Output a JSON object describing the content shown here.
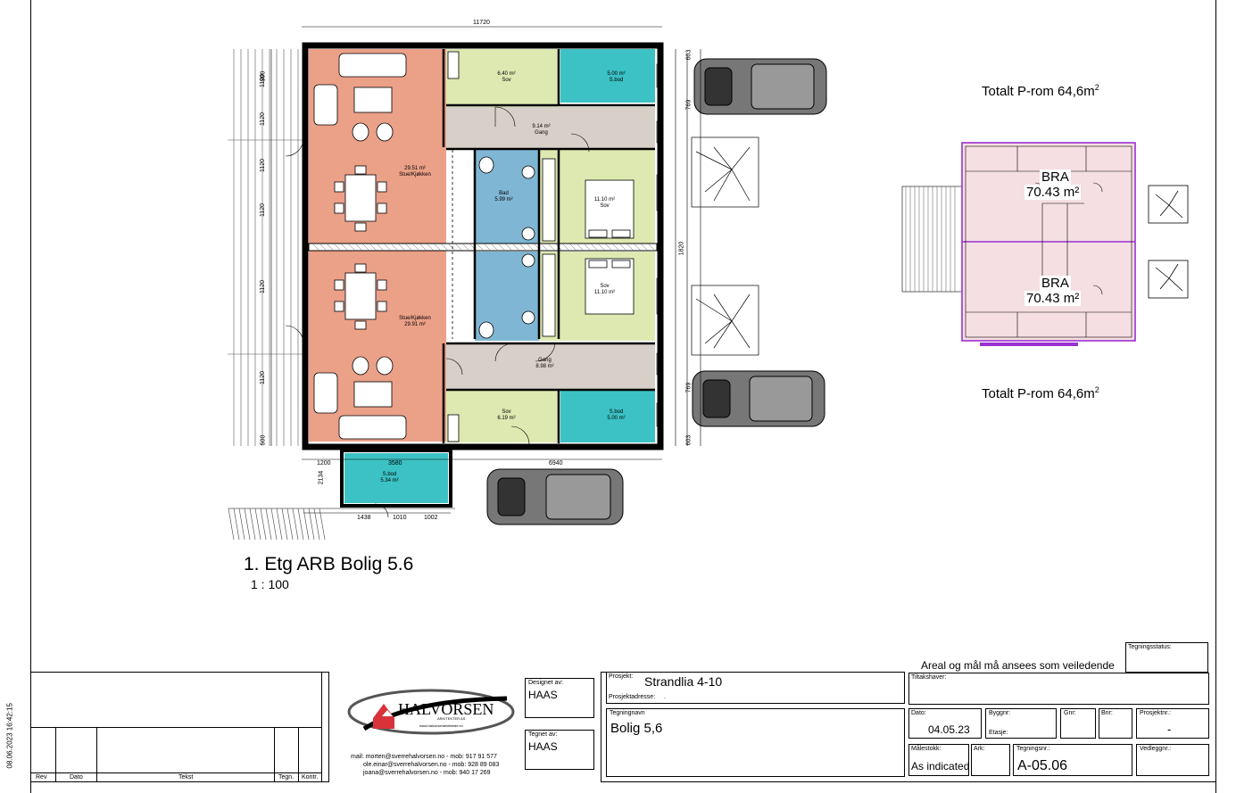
{
  "drawing": {
    "title": "1. Etg ARB Bolig 5.6",
    "scale": "1 : 100",
    "total_p_rom_top": "Totalt P-rom 64,6m",
    "total_p_rom_bottom": "Totalt P-rom 64,6m",
    "superscript": "2",
    "bra_label": "BRA",
    "bra_value_top": "70.43 m²",
    "bra_value_bottom": "70.43 m²",
    "dim_top": "11720",
    "dim_bottom_1": "1200",
    "dim_bottom_2": "3580",
    "dim_bottom_3": "6940",
    "dim_left_2134": "2134",
    "dim_right_1820": "1820",
    "dims_small": [
      "1438",
      "1010",
      "1002"
    ],
    "dims_left": [
      "500",
      "1120",
      "1120",
      "1120",
      "1120",
      "1120",
      "1120",
      "500"
    ],
    "dims_right": [
      "603",
      "769",
      "769",
      "603"
    ]
  },
  "rooms": {
    "stue_top": {
      "area": "29.51 m²",
      "name": "Stue/Kjøkken"
    },
    "stue_bottom": {
      "name": "Stue/Kjøkken",
      "area": "29.91 m²"
    },
    "sov_top_small": {
      "area": "6.40 m²",
      "name": "Sov"
    },
    "sbod_top": {
      "area": "5.00 m²",
      "name": "S.bod"
    },
    "gang_top": {
      "area": "9.14 m²",
      "name": "Gang"
    },
    "bad_top": {
      "name": "Bad",
      "area": "5.99 m²"
    },
    "sov_top_large": {
      "area": "11.10 m²",
      "name": "Sov"
    },
    "sov_bottom_large": {
      "name": "Sov",
      "area": "11.10 m²"
    },
    "gang_bottom": {
      "name": "Gang",
      "area": "8.98 m²"
    },
    "sov_bottom_small": {
      "name": "Sov",
      "area": "6.19 m²"
    },
    "sbod_bottom": {
      "name": "S.bod",
      "area": "5.00 m²"
    },
    "sbod_outside": {
      "name": "S.bod",
      "area": "5.34 m²"
    }
  },
  "title_block": {
    "note": "Areal og mål må ansees som veiledende",
    "tegningsstatus_label": "Tegningsstatus:",
    "designet_av_label": "Designet av:",
    "designet_av": "HAAS",
    "tegnet_av_label": "Tegnet av:",
    "tegnet_av": "HAAS",
    "prosjekt_label": "Prosjekt:",
    "prosjekt": "Strandlia 4-10",
    "prosjektadresse_label": "Prosjektadresse:",
    "prosjektadresse": ".",
    "tiltakshaver_label": "Tiltakshaver:",
    "tegningnavn_label": "Tegningnavn",
    "tegningnavn": "Bolig 5,6",
    "dato_label": "Dato:",
    "dato": "04.05.23",
    "byggnr_label": "Byggnr:",
    "etasje_label": "Etasje:",
    "gnr_label": "Gnr:",
    "bnr_label": "Bnr:",
    "prosjektnr_label": "Prosjektnr.:",
    "prosjektnr": "-",
    "malestokk_label": "Målestokk:",
    "malestokk": "As indicated",
    "ark_label": "Ark:",
    "tegningsnr_label": "Tegningsnr.:",
    "tegningsnr": "A-05.06",
    "vedleggnr_label": "Vedleggnr.:",
    "rev_headers": [
      "Rev",
      "Dato",
      "Tekst",
      "Tegn.",
      "Kontr."
    ],
    "side_stamp": "08.06.2023 16:42:15",
    "logo_text": "HALVORSEN",
    "logo_sub": "ARKITEKTER AS",
    "logo_url": "www.halvorsenarkitekter.no",
    "contacts": [
      "mail: morten@sverrehalvorsen.no - mob: 917 91 577",
      "ole.einar@sverrehalvorsen.no - mob: 928 89 083",
      "joana@sverrehalvorsen.no - mob: 940 17 269"
    ]
  },
  "colors": {
    "living": "#eba088",
    "bedroom": "#dde9b1",
    "storage": "#3cc2c4",
    "bath": "#7fb6d4",
    "hall": "#d7d0c8",
    "bra_fill": "#f5dfe2",
    "bra_line": "#9b30d0"
  }
}
